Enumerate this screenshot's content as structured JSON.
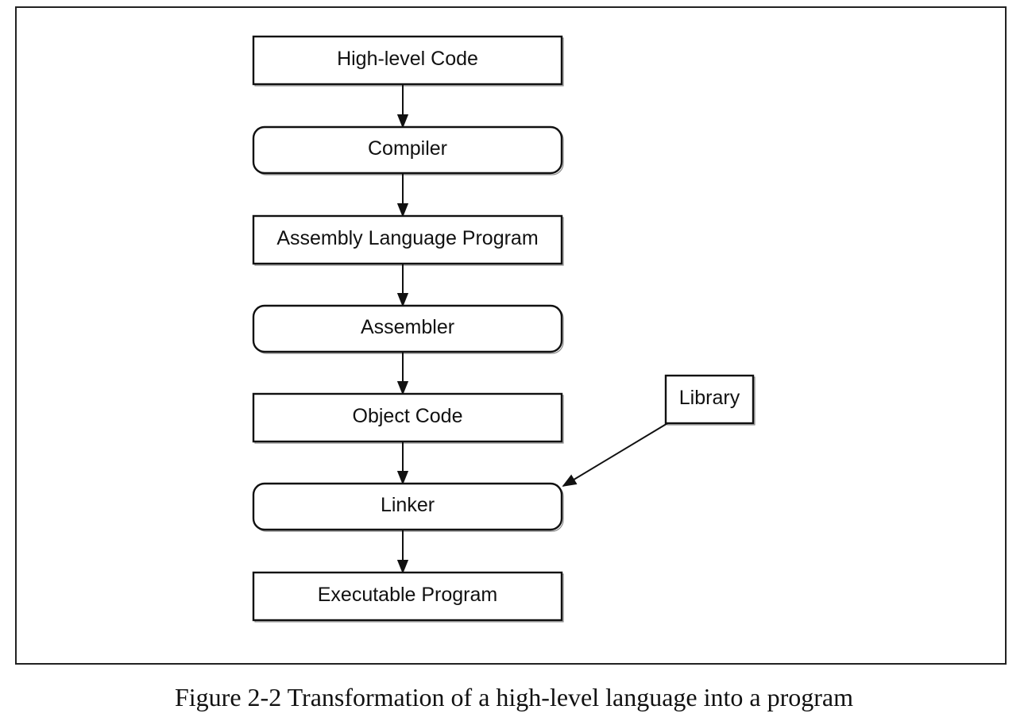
{
  "diagram": {
    "nodes": [
      {
        "id": "high-level-code",
        "label": "High-level Code",
        "shape": "rectangle"
      },
      {
        "id": "compiler",
        "label": "Compiler",
        "shape": "rounded"
      },
      {
        "id": "assembly-language-program",
        "label": "Assembly Language Program",
        "shape": "rectangle"
      },
      {
        "id": "assembler",
        "label": "Assembler",
        "shape": "rounded"
      },
      {
        "id": "object-code",
        "label": "Object Code",
        "shape": "rectangle"
      },
      {
        "id": "linker",
        "label": "Linker",
        "shape": "rounded"
      },
      {
        "id": "executable-program",
        "label": "Executable Program",
        "shape": "rectangle"
      },
      {
        "id": "library",
        "label": "Library",
        "shape": "rectangle"
      }
    ],
    "edges": [
      {
        "from": "high-level-code",
        "to": "compiler"
      },
      {
        "from": "compiler",
        "to": "assembly-language-program"
      },
      {
        "from": "assembly-language-program",
        "to": "assembler"
      },
      {
        "from": "assembler",
        "to": "object-code"
      },
      {
        "from": "object-code",
        "to": "linker"
      },
      {
        "from": "library",
        "to": "linker"
      },
      {
        "from": "linker",
        "to": "executable-program"
      }
    ]
  },
  "caption": "Figure 2-2 Transformation of a high-level language into a program"
}
